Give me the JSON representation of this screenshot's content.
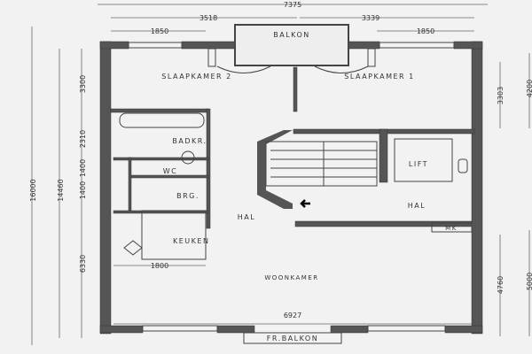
{
  "rooms": {
    "balkon": "BALKON",
    "slaapkamer2": "SLAAPKAMER 2",
    "slaapkamer1": "SLAAPKAMER 1",
    "badkamer": "BADKR.",
    "wc": "WC",
    "berging": "BRG.",
    "lift": "LIFT",
    "hal_left": "HAL",
    "hal_right": "HAL",
    "meterkast": "MK",
    "keuken": "KEUKEN",
    "woonkamer": "WOONKAMER",
    "frans_balkon": "FR.BALKON"
  },
  "dimensions": {
    "total_width": "7375",
    "left_width": "3518",
    "right_width": "3339",
    "window_left": "1850",
    "window_right": "1850",
    "kitchen": "1800",
    "living_width": "6927",
    "left_outer": "16000",
    "left_middle": "14460",
    "left_bedroom": "3300",
    "left_bath": "2310",
    "left_wc": "1400",
    "left_brg": "1400",
    "left_living": "6330",
    "right_bedroom": "3303",
    "right_bedroom_outer": "4200",
    "right_living": "4760",
    "right_living_outer": "5000"
  }
}
